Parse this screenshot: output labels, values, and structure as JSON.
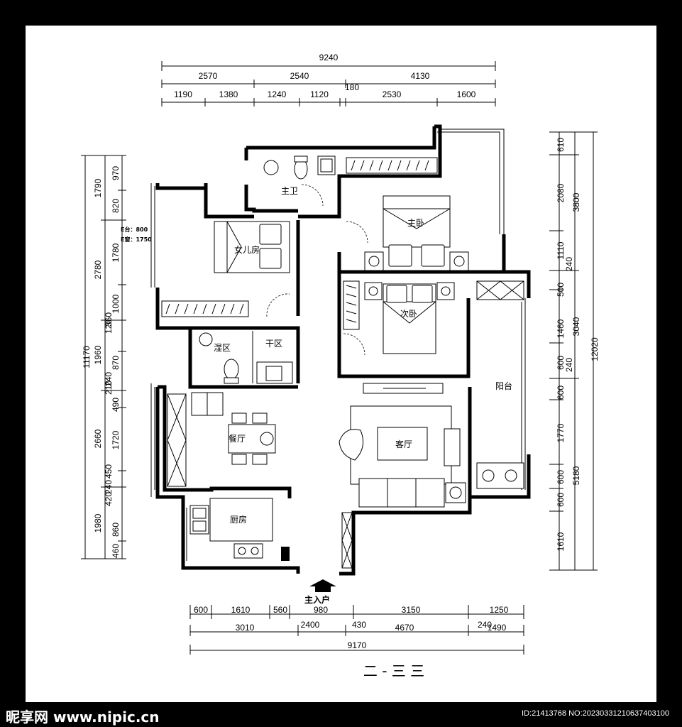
{
  "dimensions": {
    "top": {
      "overall": "9240",
      "row2": [
        "2570",
        "2540",
        "4130"
      ],
      "row3": [
        "1190",
        "1380",
        "1240",
        "1120",
        "180",
        "2530",
        "1600"
      ]
    },
    "left": {
      "overall": "11170",
      "col2": [
        "1790",
        "2780",
        "1960",
        "2660",
        "1980"
      ],
      "col3": [
        "970",
        "820",
        "1780",
        "1000",
        "870",
        "490",
        "1720",
        "860",
        "460"
      ],
      "small": [
        "360",
        "120",
        "240",
        "210",
        "450",
        "240",
        "420"
      ]
    },
    "right": {
      "overall": "12020",
      "col2": [
        "3800",
        "3040",
        "5180"
      ],
      "col3": [
        "610",
        "2080",
        "1110",
        "500",
        "1460",
        "600",
        "600",
        "1770",
        "600",
        "600",
        "1610"
      ],
      "small": [
        "240",
        "240"
      ]
    },
    "bottom": {
      "row1": [
        "600",
        "1610",
        "560",
        "980",
        "3150",
        "1250"
      ],
      "row2": [
        "3010",
        "2400",
        "430",
        "4670",
        "240",
        "1490"
      ],
      "overall": "9170"
    }
  },
  "notes": [
    "E台：800",
    "E窗：1750"
  ],
  "rooms": {
    "master_bath": "主卫",
    "master_bedroom": "主卧",
    "daughter_room": "女儿房",
    "second_bedroom": "次卧",
    "wet_area": "湿区",
    "dry_area": "干区",
    "balcony": "阳台",
    "dining": "餐厅",
    "living": "客厅",
    "kitchen": "厨房"
  },
  "entrance_label": "主入户",
  "title_partial": "二 ‐ 三 三",
  "footer": {
    "logo": "昵享网 www.nipic.cn",
    "id": "ID:21413768 NO:20230331210637403100"
  }
}
